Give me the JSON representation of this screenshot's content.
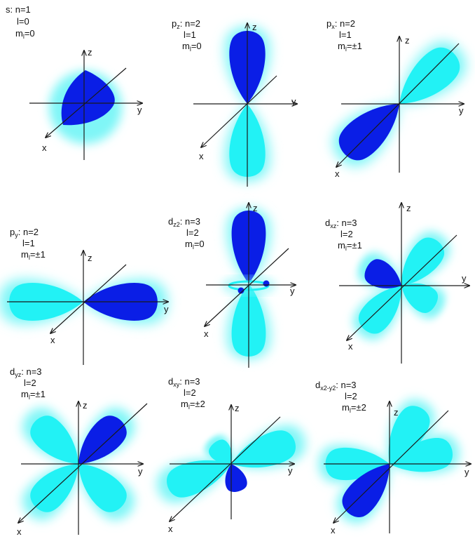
{
  "colors": {
    "lobe_dark": "#0a1ee6",
    "lobe_light": "#22f2f5",
    "glow": "#7ff6f7",
    "axis": "#1a1a1a"
  },
  "axis_labels": {
    "x": "x",
    "y": "y",
    "z": "z"
  },
  "orbitals": [
    {
      "id": "s",
      "sym": "s",
      "sub": "",
      "sub_sup": "",
      "l1": ": n=1",
      "l2": "l=0",
      "l3_pre": "m",
      "l3_sub": "l",
      "l3_post": "=0"
    },
    {
      "id": "pz",
      "sym": "p",
      "sub": "z",
      "sub_sup": "",
      "l1": ": n=2",
      "l2": "l=1",
      "l3_pre": "m",
      "l3_sub": "l",
      "l3_post": "=0"
    },
    {
      "id": "px",
      "sym": "p",
      "sub": "x",
      "sub_sup": "",
      "l1": ": n=2",
      "l2": "l=1",
      "l3_pre": "m",
      "l3_sub": "l",
      "l3_post": "=±1"
    },
    {
      "id": "py",
      "sym": "p",
      "sub": "y",
      "sub_sup": "",
      "l1": ": n=2",
      "l2": "l=1",
      "l3_pre": "m",
      "l3_sub": "l",
      "l3_post": "=±1"
    },
    {
      "id": "dz2",
      "sym": "d",
      "sub": "z2",
      "sub_sup": "",
      "l1": ": n=3",
      "l2": "l=2",
      "l3_pre": "m",
      "l3_sub": "l",
      "l3_post": "=0"
    },
    {
      "id": "dxz",
      "sym": "d",
      "sub": "xz",
      "sub_sup": "",
      "l1": ": n=3",
      "l2": "l=2",
      "l3_pre": "m",
      "l3_sub": "l",
      "l3_post": "=±1"
    },
    {
      "id": "dyz",
      "sym": "d",
      "sub": "yz",
      "sub_sup": "",
      "l1": ": n=3",
      "l2": "l=2",
      "l3_pre": "m",
      "l3_sub": "l",
      "l3_post": "=±1"
    },
    {
      "id": "dxy",
      "sym": "d",
      "sub": "xy",
      "sub_sup": "",
      "l1": ": n=3",
      "l2": "l=2",
      "l3_pre": "m",
      "l3_sub": "l",
      "l3_post": "=±2"
    },
    {
      "id": "dx2y2",
      "sym": "d",
      "sub": "x2-y2",
      "sub_sup": "",
      "l1": ": n=3",
      "l2": "l=2",
      "l3_pre": "m",
      "l3_sub": "l",
      "l3_post": "=±2"
    }
  ]
}
